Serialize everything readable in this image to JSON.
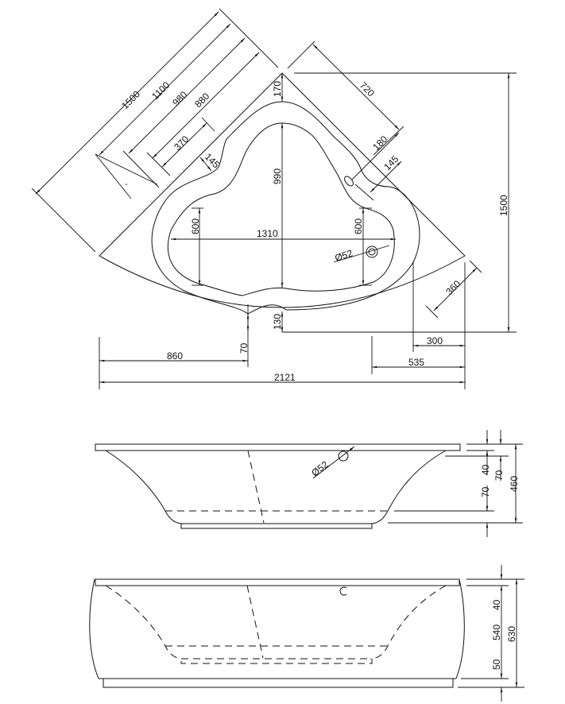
{
  "plan_view": {
    "diagonal_dims": {
      "overall": "1500",
      "d1100": "1100",
      "d980": "980",
      "d880": "880",
      "d370": "370",
      "d145_left": "145",
      "d720": "720",
      "d180": "180",
      "d145_right": "145",
      "d360": "360"
    },
    "vertical_dims": {
      "rim_top": "170",
      "inner_depth": "990",
      "left_600": "600",
      "right_600": "600",
      "rim_bottom": "130",
      "bottom_70": "70",
      "overall_height": "1500"
    },
    "horizontal_dims": {
      "inner_width": "1310",
      "d860": "860",
      "d300": "300",
      "d535": "535",
      "overall_width": "2121"
    },
    "drain": "Ø52"
  },
  "front_elevation": {
    "drain": "Ø52",
    "dims": {
      "d40": "40",
      "d70_inner": "70",
      "d70_outer": "70",
      "d460": "460"
    }
  },
  "panel_elevation": {
    "dims": {
      "d40": "40",
      "d540": "540",
      "d50": "50",
      "d630": "630"
    }
  }
}
